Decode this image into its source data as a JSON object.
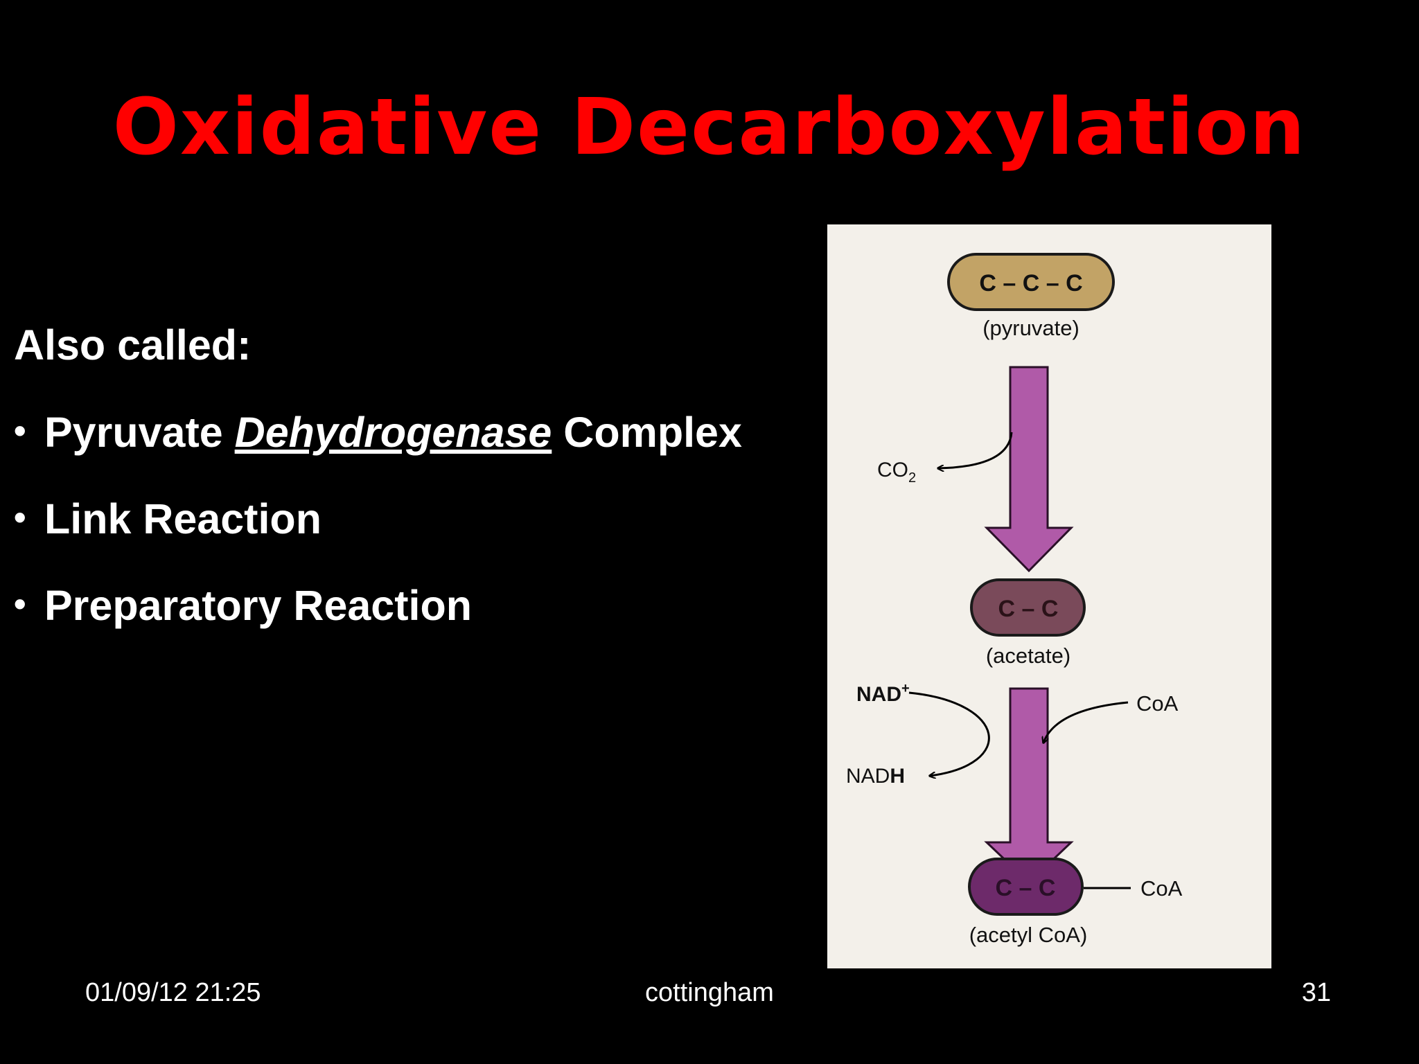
{
  "slide": {
    "title": "Oxidative Decarboxylation",
    "intro": "Also called:",
    "bullets": {
      "b1_before": "Pyruvate",
      "b1_emph": "Dehydrogenase",
      "b1_after": "Complex",
      "b2": "Link Reaction",
      "b3": "Preparatory Reaction"
    },
    "bullet_glyph": "•"
  },
  "figure": {
    "pyruvate_formula": "C – C – C",
    "pyruvate_label": "(pyruvate)",
    "co2_main": "CO",
    "co2_sub": "2",
    "acetate_formula": "C – C",
    "acetate_label": "(acetate)",
    "nad_main": "NAD",
    "nad_sup": "+",
    "nadh_main": "NAD",
    "nadh_bold": "H",
    "coa_in": "CoA",
    "acetylcoa_formula": "C – C",
    "acetylcoa_coa": "CoA",
    "acetylcoa_label": "(acetyl CoA)",
    "colors": {
      "pyruvate_capsule": "#c2a366",
      "acetate_capsule": "#7a4a5a",
      "acetylcoa_capsule": "#6d2a6a",
      "arrow_fill": "#b05aa8",
      "background": "#f3f0ea"
    }
  },
  "footer": {
    "date": "01/09/12 21:25",
    "author": "cottingham",
    "page": "31"
  }
}
